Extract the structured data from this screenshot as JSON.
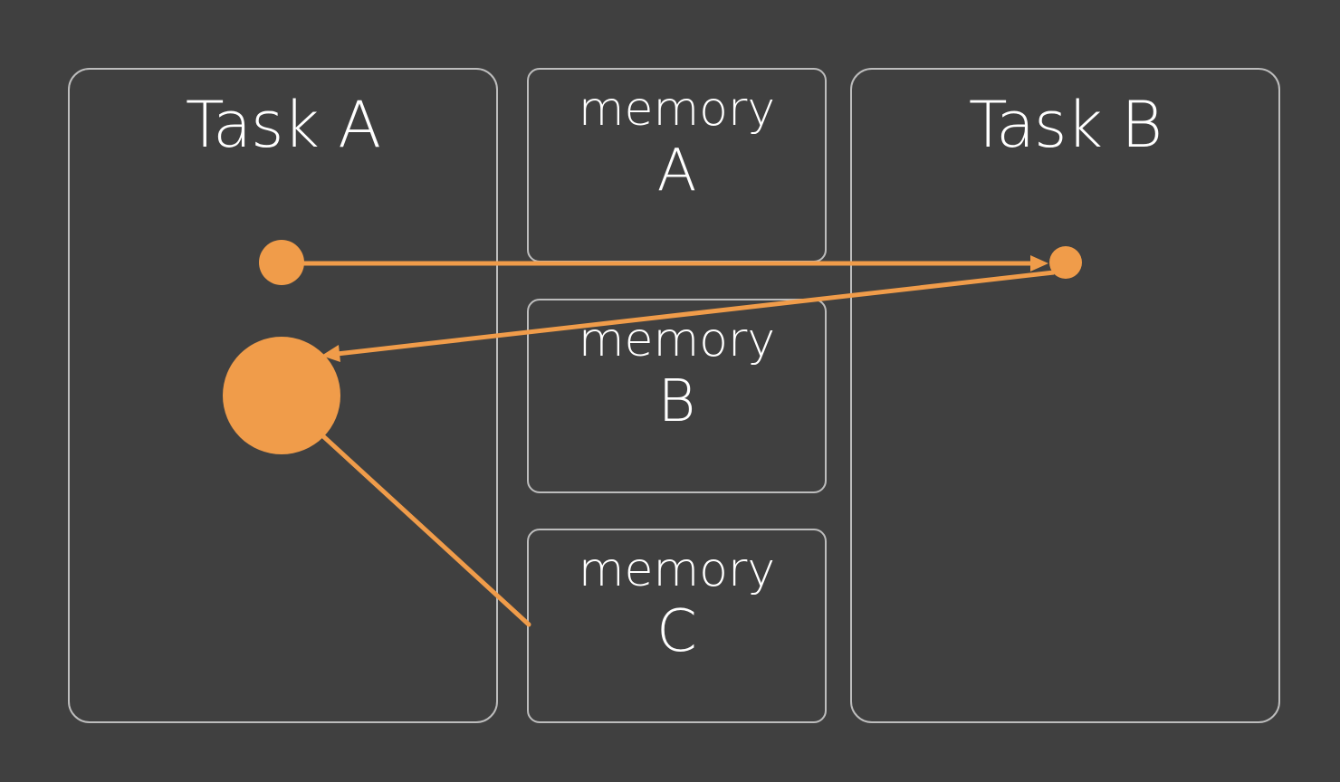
{
  "tasks": {
    "a": {
      "title": "Task A"
    },
    "b": {
      "title": "Task B"
    }
  },
  "memories": {
    "a": {
      "word": "memory",
      "letter": "A"
    },
    "b": {
      "word": "memory",
      "letter": "B"
    },
    "c": {
      "word": "memory",
      "letter": "C"
    }
  },
  "colors": {
    "background": "#404040",
    "border": "#bdbdbd",
    "accent": "#f09c4a",
    "text": "#ffffff"
  }
}
